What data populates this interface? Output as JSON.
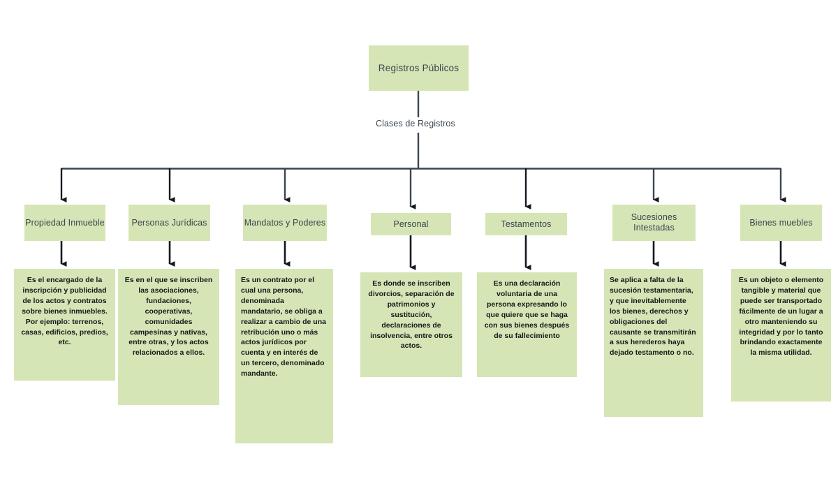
{
  "diagram": {
    "title": "Registros Públicos",
    "root": {
      "label": "Registros Públicos"
    },
    "edge_label": "Clases de Registros",
    "colors": {
      "node_fill": "#d6e5b5",
      "root_text": "#3b4552",
      "category_text": "#3b4552",
      "description_text": "#15181c",
      "connector": "#3b4552",
      "arrow": "#111418",
      "background": "#ffffff"
    },
    "branches": [
      {
        "category": "Propiedad Inmueble",
        "description": "Es el encargado de la inscripción y publicidad de los actos y contratos sobre bienes inmuebles. Por ejemplo: terrenos, casas, edificios, predios, etc."
      },
      {
        "category": "Personas Jurídicas",
        "description": "Es en el que se inscriben las asociaciones, fundaciones, cooperativas, comunidades campesinas y nativas, entre otras, y los actos relacionados a ellos."
      },
      {
        "category": "Mandatos y Poderes",
        "description": "Es un contrato por el cual una persona, denominada mandatario, se obliga a realizar a cambio de una retribución uno o más actos jurídicos por cuenta y en interés de un tercero, denominado mandante."
      },
      {
        "category": "Personal",
        "description": "Es donde se inscriben divorcios, separación de patrimonios y sustitución, declaraciones de insolvencia, entre otros actos."
      },
      {
        "category": "Testamentos",
        "description": "Es una declaración voluntaria de una persona expresando lo que quiere que se haga con sus bienes después de su fallecimiento"
      },
      {
        "category": "Sucesiones Intestadas",
        "description": "Se aplica a falta de la sucesión testamentaria, y que inevitablemente los bienes, derechos y obligaciones del causante se transmitirán a sus herederos haya dejado testamento o no."
      },
      {
        "category": "Bienes muebles",
        "description": "Es un objeto o elemento tangible y material que puede ser transportado fácilmente de un lugar a otro manteniendo su integridad y por lo tanto brindando exactamente la misma utilidad."
      }
    ]
  }
}
